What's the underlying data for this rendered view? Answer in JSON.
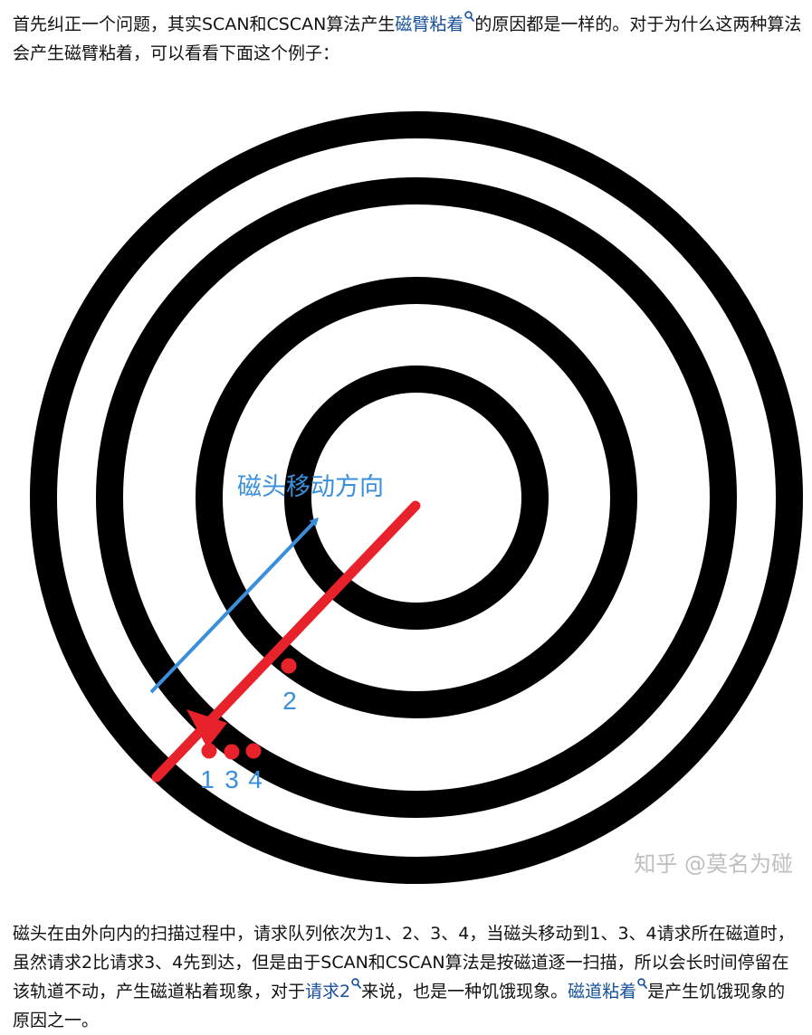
{
  "intro": {
    "text_before": "首先纠正一个问题，其实SCAN和CSCAN算法产生",
    "link_1": "磁臂粘着",
    "text_after": "的原因都是一样的。对于为什么这两种算法会产生磁臂粘着，可以看看下面这个例子："
  },
  "figure": {
    "direction_label": "磁头移动方向",
    "request_labels": [
      "2",
      "1",
      "3",
      "4"
    ],
    "watermark": "知乎 @莫名为碰",
    "colors": {
      "ring": "#000000",
      "arm": "#e8222b",
      "arrow": "#3a8fdd",
      "label": "#3a8fdd",
      "watermark": "#bfbfbf"
    }
  },
  "explain": {
    "text_1": "磁头在由外向内的扫描过程中，请求队列依次为1、2、3、4，当磁头移动到1、3、4请求所在磁道时，虽然请求2比请求3、4先到达，但是由于SCAN和CSCAN算法是按磁道逐一扫描，所以会长时间停留在该轨道不动，产生磁道粘着现象，对于",
    "link_2": "请求2",
    "text_2": "来说，也是一种饥饿现象。",
    "link_3": "磁道粘着",
    "text_3": "是产生饥饿现象的原因之一。"
  }
}
